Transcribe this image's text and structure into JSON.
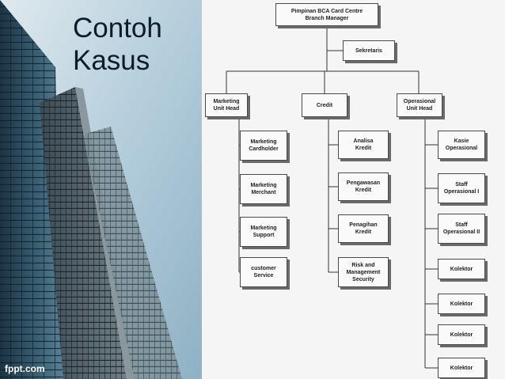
{
  "slide": {
    "title_line1": "Contoh",
    "title_line2": "Kasus",
    "watermark": "fppt.com"
  },
  "org_chart": {
    "top": "Pimpinan BCA Card Centre\nBranch Manager",
    "secretary": "Sekretaris",
    "departments": [
      {
        "label": "Marketing\nUnit Head",
        "children": [
          "Marketing\nCardholder",
          "Marketing\nMerchant",
          "Marketing\nSupport",
          "customer\nService"
        ]
      },
      {
        "label": "Credit",
        "children": [
          "Analisa\nKredit",
          "Pengawasan\nKredit",
          "Penagihan\nKredit",
          "Risk and\nManagement\nSecurity"
        ]
      },
      {
        "label": "Operasional\nUnit Head",
        "children": [
          "Kasie\nOperasional",
          "Staff\nOperasional I",
          "Staff\nOperasional II",
          "Kolektor",
          "Kolektor",
          "Kolektor",
          "Kolektor"
        ]
      }
    ]
  },
  "colors": {
    "sky": "#a9c7d8",
    "building_glass": "#2f4f63",
    "node_border": "#4a4a4a",
    "line": "#333333"
  }
}
